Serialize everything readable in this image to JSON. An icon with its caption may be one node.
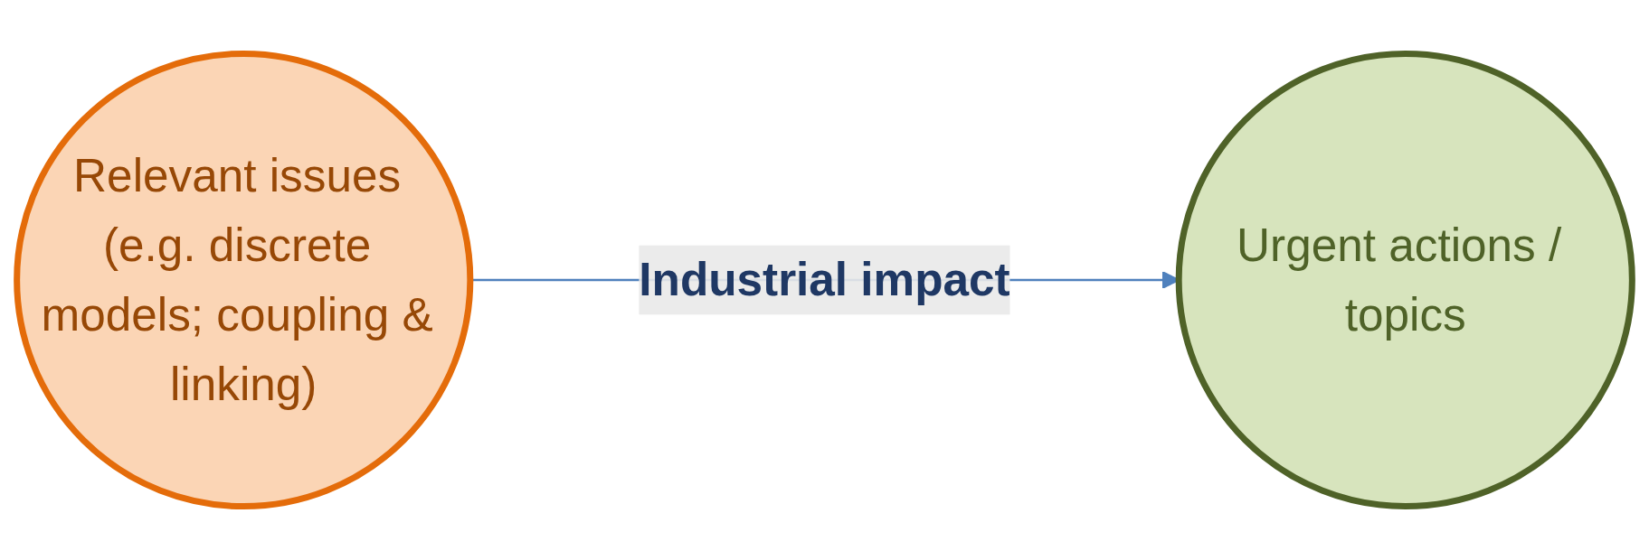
{
  "diagram": {
    "nodes": [
      {
        "text": [
          "Relevant issues (e.g. discrete models; coupling & linking)"
        ]
      },
      {
        "text": [
          "Urgent actions / topics"
        ]
      }
    ],
    "edges": [
      {
        "from": 0,
        "to": 1,
        "arrow": "to",
        "label": "Industrial impact",
        "color": "#4f81bd"
      }
    ]
  }
}
